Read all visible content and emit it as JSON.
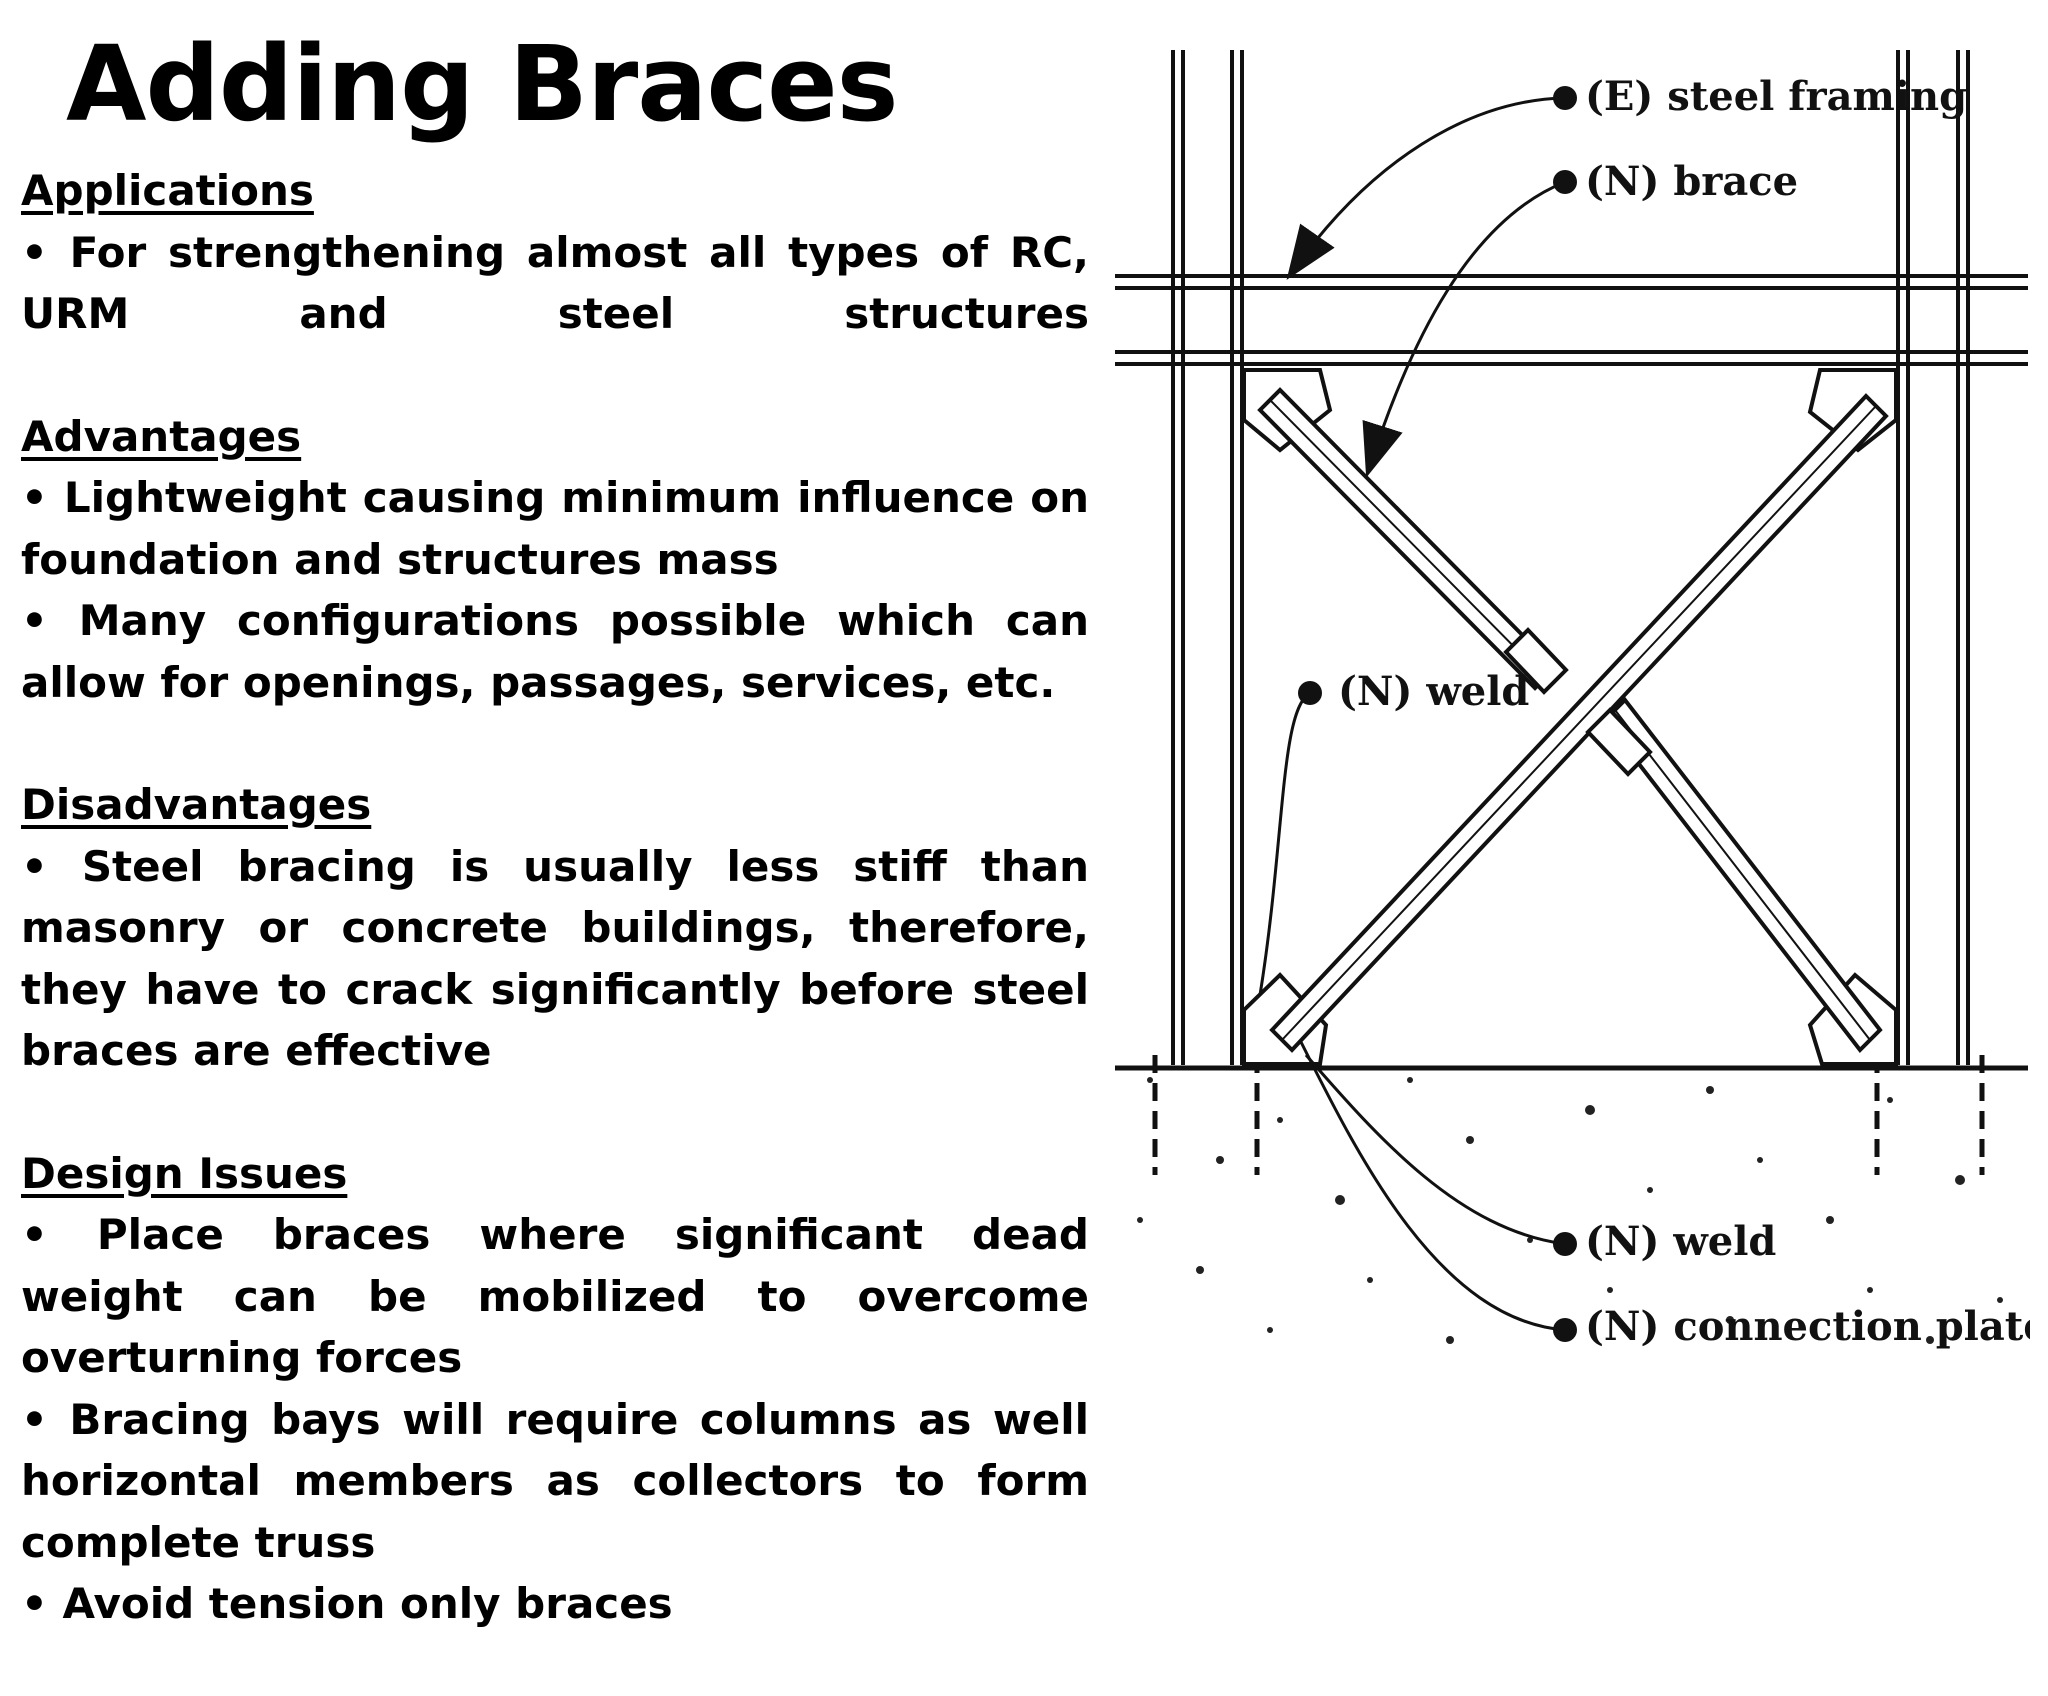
{
  "slide": {
    "title": "Adding Braces"
  },
  "sections": [
    {
      "heading": "Applications",
      "bullets": [
        "• For strengthening almost all types of RC, URM and steel structures"
      ]
    },
    {
      "heading": "Advantages",
      "bullets": [
        "• Lightweight causing minimum influence on foundation and structures mass",
        "• Many configurations possible which can allow for openings, passages, services, etc."
      ]
    },
    {
      "heading": "Disadvantages",
      "bullets": [
        "• Steel bracing is usually less stiff than masonry or concrete buildings, therefore, they have to crack significantly before steel braces are effective"
      ]
    },
    {
      "heading": "Design Issues",
      "bullets": [
        "• Place braces where significant dead weight can be mobilized to overcome overturning forces",
        "• Bracing bays will require columns as well horizontal members as collectors to form complete truss",
        "• Avoid tension only braces"
      ]
    }
  ],
  "diagram": {
    "labels": {
      "steel_framing": "(E) steel framing",
      "brace": "(N) brace",
      "weld_center": "(N) weld",
      "weld_base": "(N) weld",
      "connection_plate": "(N) connection plate"
    },
    "colors": {
      "ink": "#111111",
      "paper": "#ffffff"
    }
  }
}
